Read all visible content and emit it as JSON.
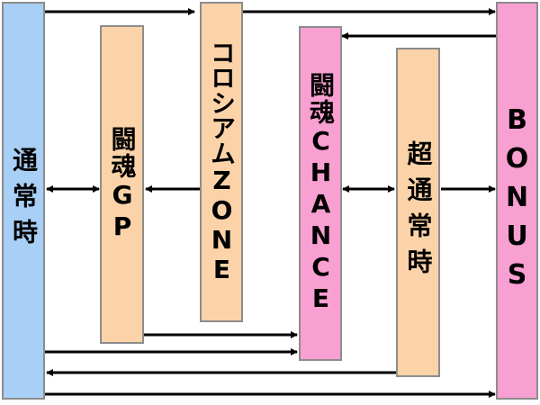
{
  "diagram": {
    "colors": {
      "blue": "#a8cff5",
      "orange": "#fcd3a8",
      "pink": "#f9a0d2",
      "line": "#000000"
    },
    "nodes": {
      "normal": "通常時",
      "gp": "闘魂GP",
      "zone": "コロシアムZONE",
      "chance": "闘魂CHANCE",
      "super": "超通常時",
      "bonus": "BONUS"
    }
  }
}
